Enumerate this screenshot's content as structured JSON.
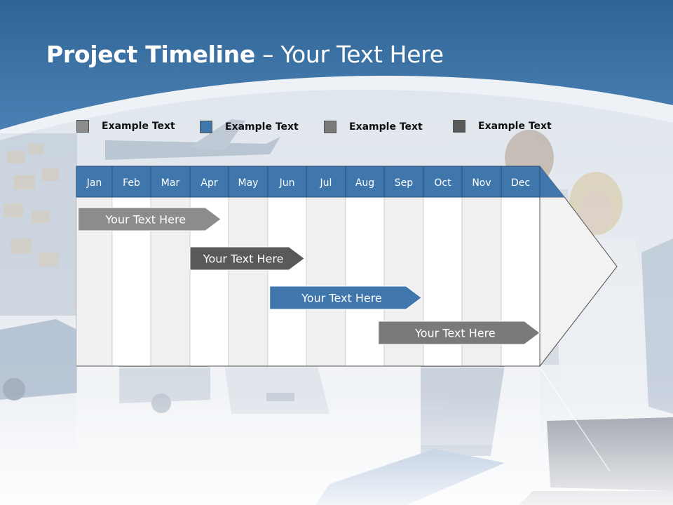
{
  "slide": {
    "title_strong": "Project Timeline",
    "title_rest": " – Your Text Here"
  },
  "legend": [
    {
      "label": "Example Text",
      "color": "#8c8c8c"
    },
    {
      "label": "Example Text",
      "color": "#3f76ab"
    },
    {
      "label": "Example Text",
      "color": "#7a7a7a"
    },
    {
      "label": "Example Text",
      "color": "#595959"
    }
  ],
  "timeline": {
    "months": [
      "Jan",
      "Feb",
      "Mar",
      "Apr",
      "May",
      "Jun",
      "Jul",
      "Aug",
      "Sep",
      "Oct",
      "Nov",
      "Dec"
    ],
    "header_color": "#3f76ab",
    "tasks": [
      {
        "label": "Your  Text Here",
        "start_month": 0.05,
        "end_month": 3.8,
        "color": "#8c8c8c",
        "row": 0
      },
      {
        "label": "Your  Text Here",
        "start_month": 3.0,
        "end_month": 5.95,
        "color": "#595959",
        "row": 1
      },
      {
        "label": "Your  Text Here",
        "start_month": 5.05,
        "end_month": 8.95,
        "color": "#3f76ab",
        "row": 2
      },
      {
        "label": "Your  Text Here",
        "start_month": 7.85,
        "end_month": 12.0,
        "color": "#7a7a7a",
        "row": 3
      }
    ]
  }
}
